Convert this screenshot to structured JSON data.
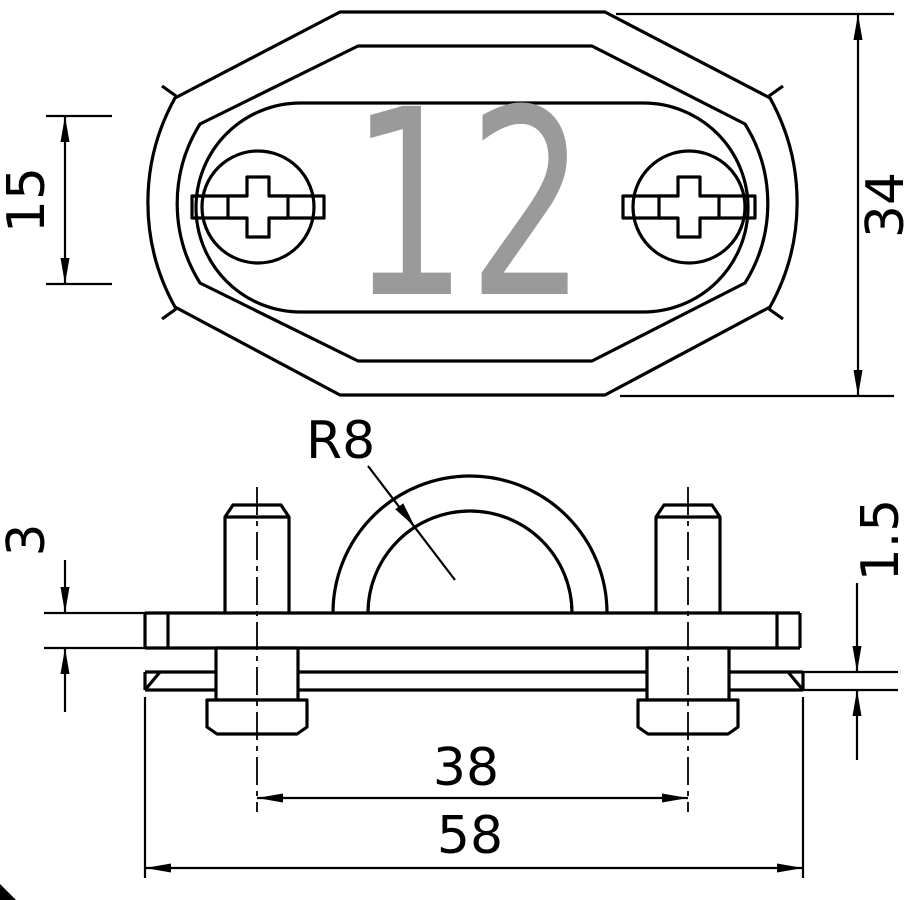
{
  "drawing": {
    "watermark": "12",
    "labels": {
      "slot_height": "15",
      "overall_height": "34",
      "strap_thickness": "3",
      "radius": "R8",
      "conductor_thickness": "1.5",
      "hole_spacing": "38",
      "overall_width": "58"
    },
    "colors": {
      "line": "#000000",
      "watermark": "#9a9a9a",
      "background": "#ffffff"
    }
  }
}
